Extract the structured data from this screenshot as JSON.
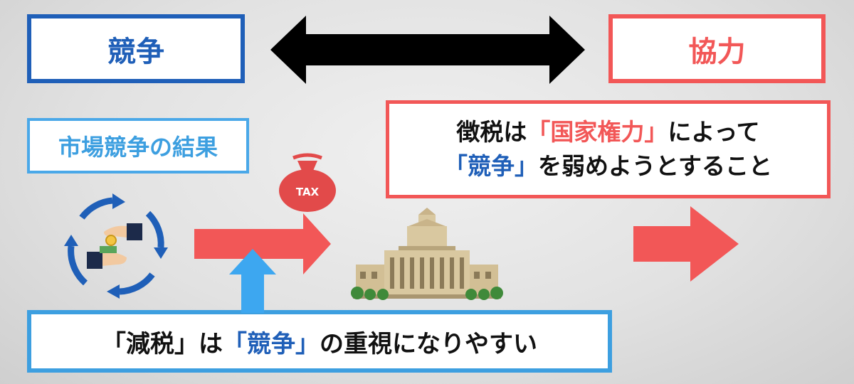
{
  "top": {
    "left_label": "競争",
    "right_label": "協力"
  },
  "market": {
    "label": "市場競争の結果"
  },
  "tax_note": {
    "line1_a": "徴税は",
    "line1_b": "「国家権力」",
    "line1_c": "によって",
    "line2_a": "「競争」",
    "line2_b": "を弱めようとすること"
  },
  "tax_bag": {
    "label": "TAX"
  },
  "bottom_note": {
    "part_a": "「減税」は",
    "part_b": "「競争」",
    "part_c": "の重視になりやすい"
  },
  "colors": {
    "blue": "#1f5fb8",
    "light_blue": "#3d9fe0",
    "red": "#f25757",
    "black": "#000000"
  },
  "icons": [
    "money-exchange-icon",
    "tax-bag-icon",
    "parliament-building-icon"
  ]
}
